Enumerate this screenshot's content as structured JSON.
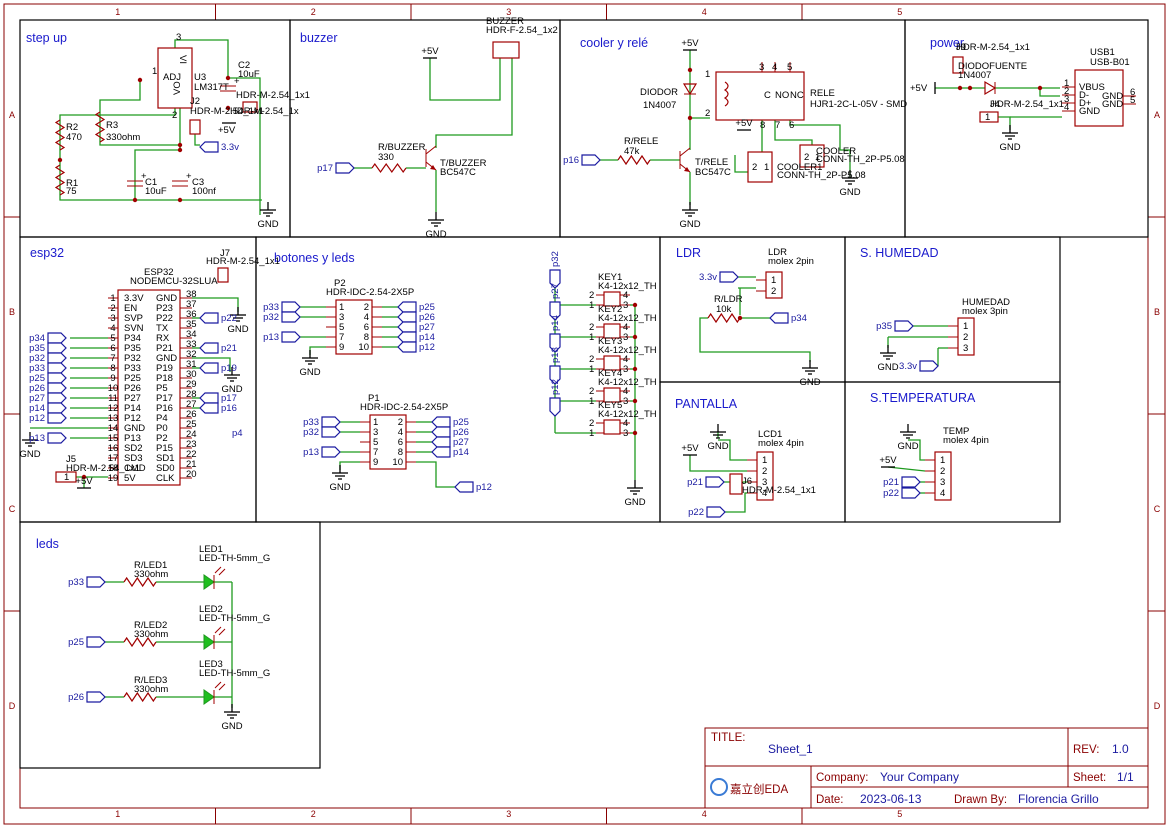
{
  "border": {
    "columns": [
      "1",
      "2",
      "3",
      "4",
      "5"
    ],
    "rows": [
      "A",
      "B",
      "C",
      "D"
    ]
  },
  "sections": {
    "step_up": "step up",
    "buzzer": "buzzer",
    "cooler": "cooler y relé",
    "power": "power",
    "esp32": "esp32",
    "botones": "botones y leds",
    "ldr": "LDR",
    "humedad": "S. HUMEDAD",
    "pantalla": "PANTALLA",
    "temperatura": "S.TEMPERATURA",
    "leds": "leds"
  },
  "step_up": {
    "u3_adj": "ADJ",
    "u3_vi": "VI",
    "u3_vo": "VO",
    "u3_pin1": "1",
    "u3_pin2": "2",
    "u3_pin3": "3",
    "u3_ref": "U3",
    "u3_val": "LM317T",
    "c2_ref": "C2",
    "c2_val": "10uF",
    "j2_ref": "J2",
    "j2_val": "HDR-M-2.54_1x1",
    "j_vo_val": "HDR-M-2.54_1x1",
    "j_vo_short": "HDR-M-2.54_1x",
    "r2_ref": "R2",
    "r2_val": "470",
    "r3_ref": "R3",
    "r3_val": "330ohm",
    "r1_ref": "R1",
    "r1_val": "75",
    "c1_ref": "C1",
    "c1_val": "10uF",
    "c3_ref": "C3",
    "c3_val": "100nf",
    "net_5v": "+5V",
    "net_33v": "3.3v",
    "gnd": "GND",
    "pin1": "1"
  },
  "buzzer": {
    "hdr_ref": "BUZZER",
    "hdr_val": "HDR-F-2.54_1x2",
    "r_ref": "R/BUZZER",
    "r_val": "330",
    "t_ref": "T/BUZZER",
    "t_val": "BC547C",
    "net_5v": "+5V",
    "net_p17": "p17",
    "gnd": "GND"
  },
  "cooler": {
    "net_5v": "+5V",
    "net_5v_b": "+5V",
    "d_ref": "DIODOR",
    "d_val": "1N4007",
    "relay_ref": "RELE",
    "relay_val": "HJR1-2C-L-05V - SMD",
    "relay_pins": [
      "1",
      "2",
      "3",
      "4",
      "5",
      "6",
      "7",
      "8"
    ],
    "relay_c": "C",
    "relay_no": "NO",
    "relay_nc": "NC",
    "r_ref": "R/RELE",
    "r_val": "47k",
    "t_ref": "T/RELE",
    "t_val": "BC547C",
    "net_p16": "p16",
    "cooler_ref": "COOLER",
    "cooler_val": "CONN-TH_2P-P5.08",
    "cooler1_ref": "COOLER1",
    "cooler1_val": "CONN-TH_2P-P5.08",
    "c_pin1": "1",
    "c_pin2": "2",
    "gnd": "GND"
  },
  "power": {
    "j_ref": "J9",
    "j_val": "HDR-M-2.54_1x1",
    "d_ref": "DIODOFUENTE",
    "d_val": "1N4007",
    "usb_ref": "USB1",
    "usb_val": "USB-B01",
    "usb_pins_left": [
      {
        "n": "1",
        "name": "VBUS"
      },
      {
        "n": "2",
        "name": "D-"
      },
      {
        "n": "3",
        "name": "D+"
      },
      {
        "n": "4",
        "name": "GND"
      }
    ],
    "usb_pins_right": [
      {
        "n": "6",
        "name": "GND"
      },
      {
        "n": "5",
        "name": "GND"
      }
    ],
    "j4_ref": "J4",
    "j4_val": "HDR-M-2.54_1x1",
    "j4_pin": "1",
    "net_5v": "+5V",
    "gnd": "GND"
  },
  "esp32": {
    "ref": "ESP32",
    "val": "NODEMCU-32SLUA",
    "j7_ref": "J7",
    "j7_val": "HDR-M-2.54_1x1",
    "j5_ref": "J5",
    "j5_val": "HDR-M-2.54_1x1",
    "j5_pin": "1",
    "left_pins": [
      {
        "n": "1",
        "name": "3.3V"
      },
      {
        "n": "2",
        "name": "EN"
      },
      {
        "n": "3",
        "name": "SVP",
        "red": true
      },
      {
        "n": "4",
        "name": "SVN"
      },
      {
        "n": "5",
        "name": "P34"
      },
      {
        "n": "6",
        "name": "P35"
      },
      {
        "n": "7",
        "name": "P32"
      },
      {
        "n": "8",
        "name": "P33"
      },
      {
        "n": "9",
        "name": "P25"
      },
      {
        "n": "10",
        "name": "P26"
      },
      {
        "n": "11",
        "name": "P27"
      },
      {
        "n": "12",
        "name": "P14"
      },
      {
        "n": "13",
        "name": "P12"
      },
      {
        "n": "14",
        "name": "GND"
      },
      {
        "n": "15",
        "name": "P13"
      },
      {
        "n": "16",
        "name": "SD2"
      },
      {
        "n": "17",
        "name": "SD3"
      },
      {
        "n": "18",
        "name": "CMD"
      },
      {
        "n": "19",
        "name": "5V"
      }
    ],
    "right_pins": [
      {
        "n": "38",
        "name": "GND"
      },
      {
        "n": "37",
        "name": "P23"
      },
      {
        "n": "36",
        "name": "P22"
      },
      {
        "n": "35",
        "name": "TX"
      },
      {
        "n": "34",
        "name": "RX"
      },
      {
        "n": "33",
        "name": "P21"
      },
      {
        "n": "32",
        "name": "GND"
      },
      {
        "n": "31",
        "name": "P19"
      },
      {
        "n": "30",
        "name": "P18"
      },
      {
        "n": "29",
        "name": "P5"
      },
      {
        "n": "28",
        "name": "P17"
      },
      {
        "n": "27",
        "name": "P16"
      },
      {
        "n": "26",
        "name": "P4"
      },
      {
        "n": "25",
        "name": "P0"
      },
      {
        "n": "24",
        "name": "P2"
      },
      {
        "n": "23",
        "name": "P15"
      },
      {
        "n": "22",
        "name": "SD1"
      },
      {
        "n": "21",
        "name": "SD0"
      },
      {
        "n": "20",
        "name": "CLK"
      }
    ],
    "left_nets": [
      "p34",
      "p35",
      "p32",
      "p33",
      "p25",
      "p26",
      "p27",
      "p14",
      "p12",
      "p13"
    ],
    "right_nets": [
      "p22",
      "p21",
      "p19",
      "p17",
      "p16",
      "p4"
    ],
    "net_5v": "+5V",
    "gnd": "GND"
  },
  "botones": {
    "p2_ref": "P2",
    "p2_val": "HDR-IDC-2.54-2X5P",
    "p1_ref": "P1",
    "p1_val": "HDR-IDC-2.54-2X5P",
    "left_pin_nums": [
      "1",
      "3",
      "5",
      "7",
      "9"
    ],
    "right_pin_nums": [
      "2",
      "4",
      "6",
      "8",
      "10"
    ],
    "p2_left_nets": [
      "p33",
      "p32",
      "p13"
    ],
    "p2_right_nets": [
      "p25",
      "p26",
      "p27",
      "p14",
      "p12"
    ],
    "p1_left_nets": [
      "p33",
      "p32",
      "p13"
    ],
    "p1_right_nets": [
      "p25",
      "p26",
      "p27",
      "p14"
    ],
    "p1_bottom_net": "p12",
    "gnd": "GND"
  },
  "keys": {
    "labels": [
      "KEY1",
      "KEY2",
      "KEY3",
      "KEY4",
      "KEY5"
    ],
    "val": "K4-12x12_TH",
    "nets": [
      "p32",
      "p27",
      "p14",
      "p13",
      "p12"
    ],
    "pin_nums": [
      "1",
      "2",
      "3",
      "4"
    ],
    "gnd": "GND"
  },
  "ldr": {
    "conn_ref": "LDR",
    "conn_val": "molex 2pin",
    "pins": [
      "1",
      "2"
    ],
    "r_ref": "R/LDR",
    "r_val": "10k",
    "net_33v": "3.3v",
    "net_p34": "p34",
    "gnd": "GND"
  },
  "humedad": {
    "conn_ref": "HUMEDAD",
    "conn_val": "molex 3pin",
    "pins": [
      "1",
      "2",
      "3"
    ],
    "net_p35": "p35",
    "net_33v": "3.3v",
    "gnd": "GND"
  },
  "pantalla": {
    "conn_ref": "LCD1",
    "conn_val": "molex 4pin",
    "pins": [
      "1",
      "2",
      "3",
      "4"
    ],
    "j_ref": "J6",
    "j_val": "HDR-M-2.54_1x1",
    "net_5v": "+5V",
    "net_p21": "p21",
    "net_p22": "p22",
    "gnd": "GND"
  },
  "temperatura": {
    "conn_ref": "TEMP",
    "conn_val": "molex 4pin",
    "pins": [
      "1",
      "2",
      "3",
      "4"
    ],
    "net_5v": "+5V",
    "net_p21": "p21",
    "net_p22": "p22",
    "gnd": "GND"
  },
  "leds": {
    "items": [
      {
        "r_ref": "R/LED1",
        "r_val": "330ohm",
        "led_ref": "LED1",
        "led_val": "LED-TH-5mm_G",
        "net": "p33"
      },
      {
        "r_ref": "R/LED2",
        "r_val": "330ohm",
        "led_ref": "LED2",
        "led_val": "LED-TH-5mm_G",
        "net": "p25"
      },
      {
        "r_ref": "R/LED3",
        "r_val": "330ohm",
        "led_ref": "LED3",
        "led_val": "LED-TH-5mm_G",
        "net": "p26"
      }
    ],
    "gnd": "GND"
  },
  "title_block": {
    "title_label": "TITLE:",
    "title": "Sheet_1",
    "rev_label": "REV:",
    "rev": "1.0",
    "company_label": "Company:",
    "company": "Your Company",
    "sheet_label": "Sheet:",
    "sheet": "1/1",
    "date_label": "Date:",
    "date": "2023-06-13",
    "drawn_label": "Drawn By:",
    "drawn_by": "Florencia Grillo",
    "logo_text": "嘉立创EDA"
  },
  "colors": {
    "wire": "#1f9a1f",
    "frame": "#880000",
    "component": "#a00000",
    "net_label": "#1a1aa0",
    "title": "#1a1acc",
    "led": "#1fbf1f"
  }
}
